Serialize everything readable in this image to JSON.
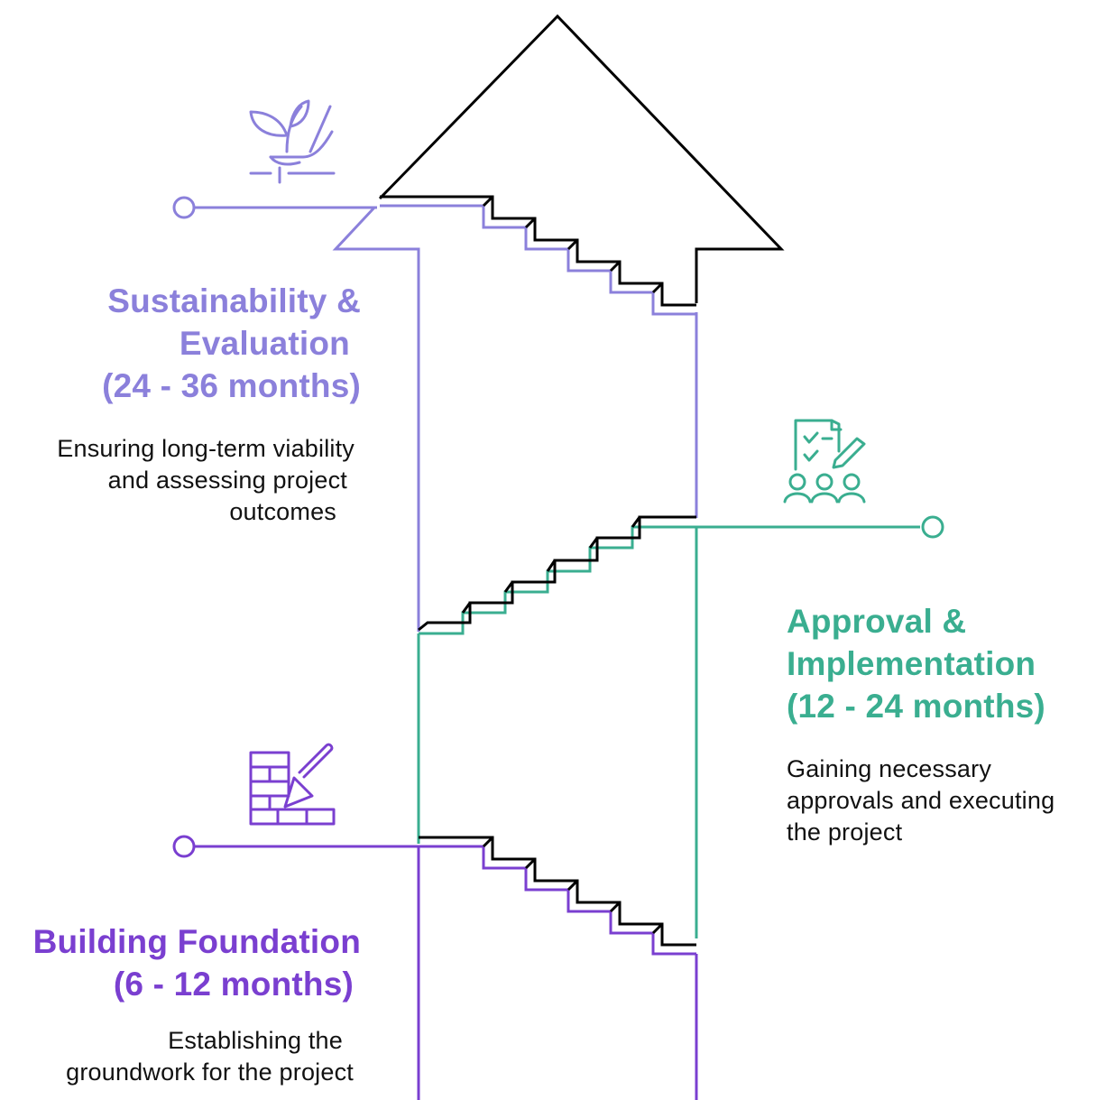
{
  "colors": {
    "top": "#8b80db",
    "middle": "#3aae90",
    "bottom": "#7a3fd0",
    "outline": "#000000"
  },
  "stages": {
    "sustainability": {
      "title_lines": [
        "Sustainability &",
        "Evaluation",
        "(24 - 36 months)"
      ],
      "desc_lines": [
        "Ensuring long-term viability",
        "and assessing project",
        "outcomes"
      ],
      "icon": "plant-in-hand-icon"
    },
    "approval": {
      "title_lines": [
        "Approval &",
        "Implementation",
        "(12 - 24 months)"
      ],
      "desc_lines": [
        "Gaining necessary",
        "approvals and executing",
        "the project"
      ],
      "icon": "checklist-team-icon"
    },
    "foundation": {
      "title_lines": [
        "Building Foundation",
        "(6 - 12 months)"
      ],
      "desc_lines": [
        "Establishing the",
        "groundwork for the project"
      ],
      "icon": "brick-wall-trowel-icon"
    }
  }
}
